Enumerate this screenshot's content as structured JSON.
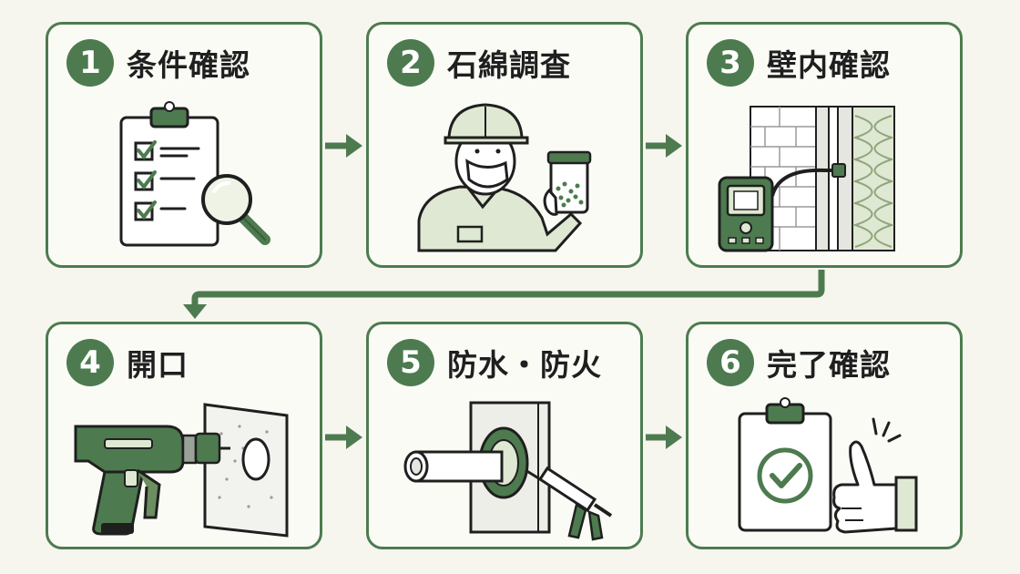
{
  "steps": [
    {
      "number": "1",
      "label": "条件確認",
      "icon": "clipboard-checklist-magnifier-icon"
    },
    {
      "number": "2",
      "label": "石綿調査",
      "icon": "masked-worker-with-sample-jar-icon"
    },
    {
      "number": "3",
      "label": "壁内確認",
      "icon": "inspection-camera-wall-insulation-icon"
    },
    {
      "number": "4",
      "label": "開口",
      "icon": "drill-hole-saw-wall-icon"
    },
    {
      "number": "5",
      "label": "防水・防火",
      "icon": "pipe-sleeve-caulking-gun-icon"
    },
    {
      "number": "6",
      "label": "完了確認",
      "icon": "clipboard-check-thumbs-up-icon"
    }
  ],
  "colors": {
    "accent": "#4d7b4f",
    "accent_light": "#dfe8d2",
    "background": "#f6f6ef",
    "ink": "#1f1f1f"
  }
}
